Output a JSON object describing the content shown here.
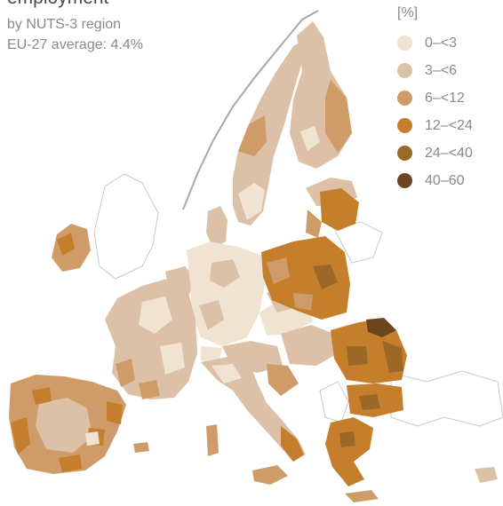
{
  "map": {
    "title": "employment",
    "subtitle": "by NUTS-3 region",
    "average_note": "EU-27 average: 4.4%",
    "legend": {
      "unit": "[%]",
      "classes": [
        {
          "label": "0–<3",
          "color": "#f1e3d2"
        },
        {
          "label": "3–<6",
          "color": "#dcc0a7"
        },
        {
          "label": "6–<12",
          "color": "#cf9c69"
        },
        {
          "label": "12–<24",
          "color": "#c57f2c"
        },
        {
          "label": "24–<40",
          "color": "#9b6827"
        },
        {
          "label": "40–60",
          "color": "#6a4620"
        }
      ]
    }
  }
}
